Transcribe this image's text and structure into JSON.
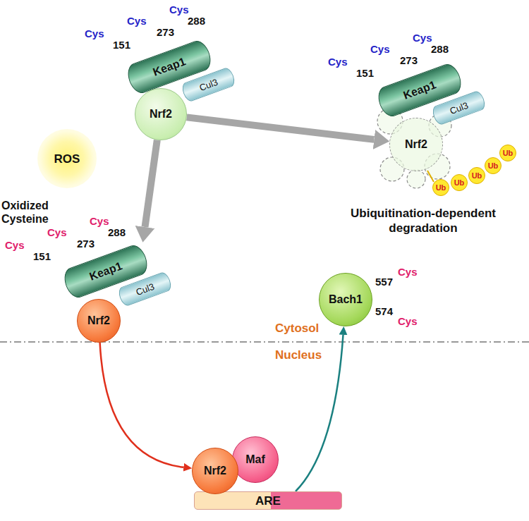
{
  "diagram": {
    "nodes": [
      {
        "text": [
          "Keap1"
        ]
      },
      {
        "text": [
          "Cul3"
        ]
      },
      {
        "text": [
          "Nrf2"
        ]
      },
      {
        "text": [
          "ROS"
        ]
      },
      {
        "text": [
          "Keap1"
        ]
      },
      {
        "text": [
          "Cul3"
        ]
      },
      {
        "text": [
          "Nrf2"
        ]
      },
      {
        "text": [
          "Ub"
        ]
      },
      {
        "text": [
          "Ub"
        ]
      },
      {
        "text": [
          "Ub"
        ]
      },
      {
        "text": [
          "Ub"
        ]
      },
      {
        "text": [
          "Ub"
        ]
      },
      {
        "text": [
          "Keap1"
        ]
      },
      {
        "text": [
          "Cul3"
        ]
      },
      {
        "text": [
          "Nrf2"
        ]
      },
      {
        "text": [
          "Bach1"
        ]
      },
      {
        "text": [
          "Nrf2"
        ]
      },
      {
        "text": [
          "Maf"
        ]
      },
      {
        "text": [
          "ARE"
        ]
      }
    ],
    "edges": [
      {
        "from": 2,
        "to": 12,
        "arrow": "to"
      },
      {
        "from": 2,
        "to": 6,
        "arrow": "to"
      },
      {
        "from": 14,
        "to": 16,
        "arrow": "to"
      },
      {
        "from": 18,
        "to": 15,
        "arrow": "to"
      }
    ],
    "labels": [
      "Cys",
      "288",
      "Cys",
      "273",
      "Cys",
      "151",
      "Cys",
      "288",
      "Cys",
      "273",
      "Cys",
      "151",
      "Oxidized Cysteine",
      "Cys",
      "288",
      "Cys",
      "273",
      "Cys",
      "151",
      "Ubiquitination-dependent degradation",
      "Cytosol",
      "Nucleus",
      "557",
      "Cys",
      "574",
      "Cys"
    ]
  }
}
